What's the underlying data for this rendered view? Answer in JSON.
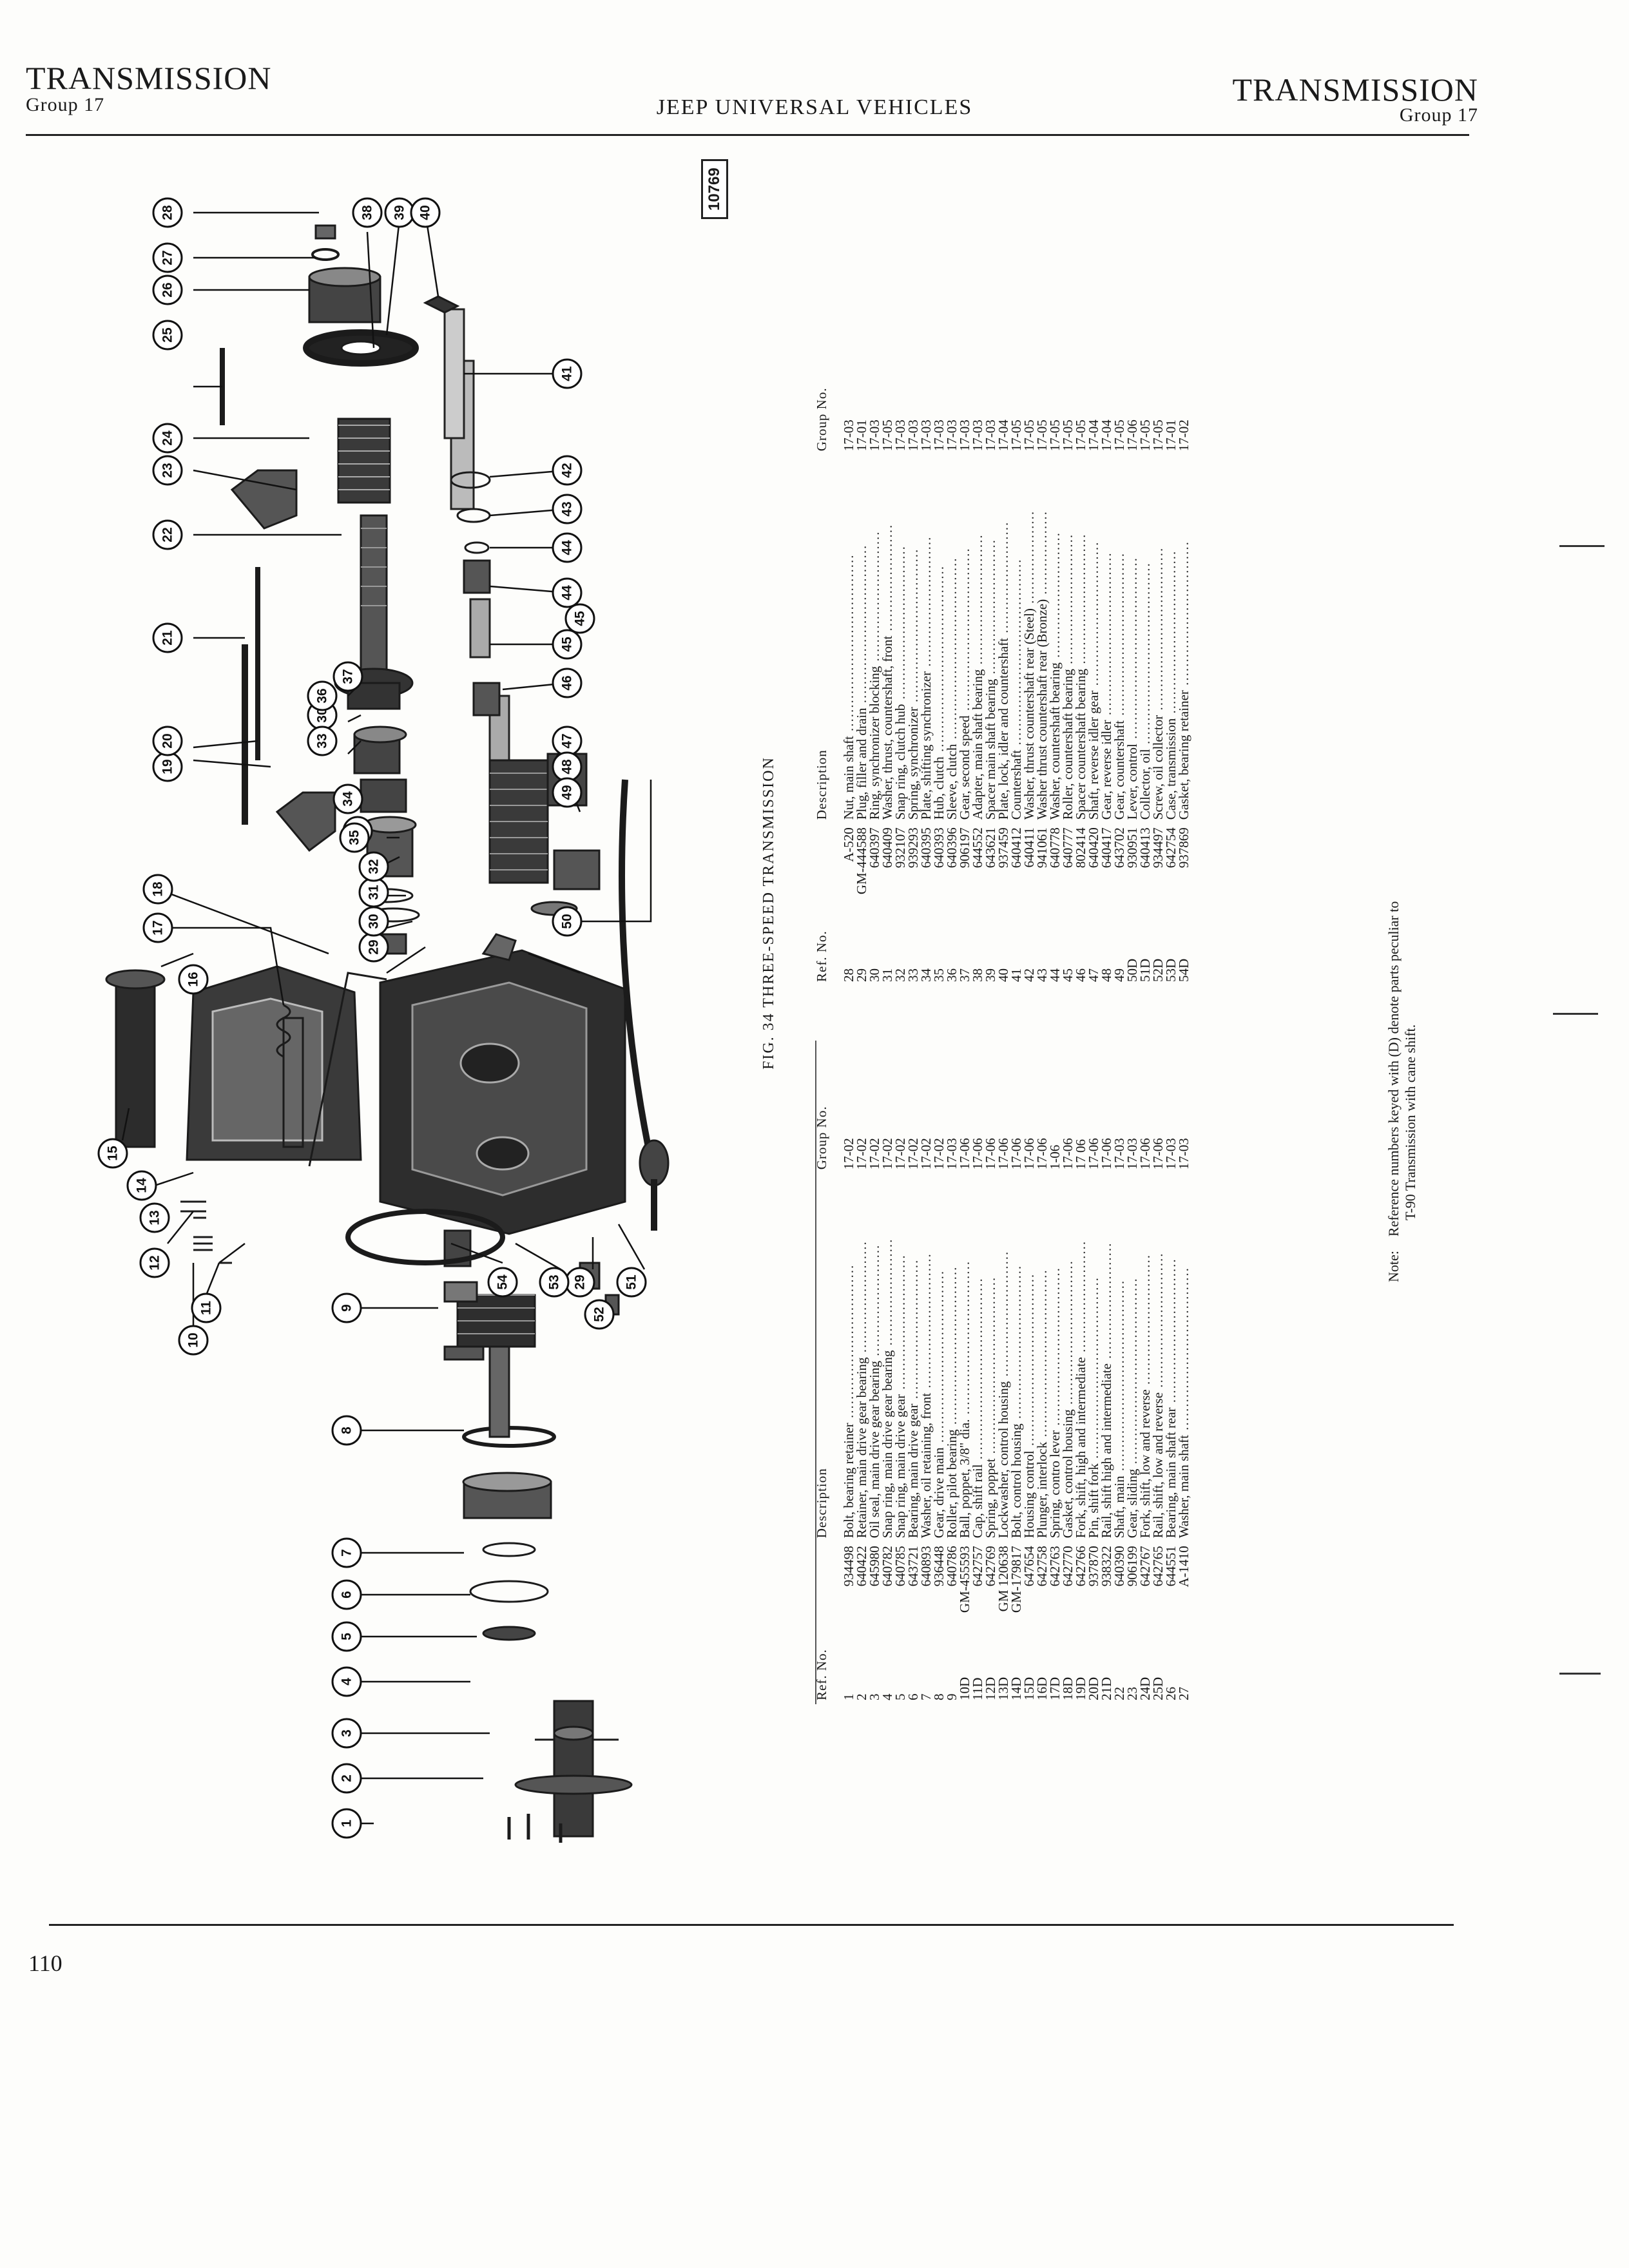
{
  "header": {
    "left_title": "TRANSMISSION",
    "left_group": "Group 17",
    "center": "JEEP UNIVERSAL VEHICLES",
    "right_title": "TRANSMISSION",
    "right_group": "Group 17"
  },
  "figure": {
    "caption": "FIG. 34 THREE-SPEED TRANSMISSION",
    "stamp": "10769",
    "callouts": [
      "1",
      "2",
      "3",
      "4",
      "5",
      "6",
      "7",
      "8",
      "9",
      "10",
      "11",
      "12",
      "13",
      "14",
      "15",
      "16",
      "17",
      "18",
      "19",
      "20",
      "21",
      "22",
      "23",
      "24",
      "25",
      "26",
      "27",
      "28",
      "29",
      "29",
      "30",
      "30",
      "31",
      "32",
      "33",
      "33",
      "34",
      "35",
      "36",
      "37",
      "38",
      "39",
      "40",
      "41",
      "42",
      "43",
      "44",
      "44",
      "45",
      "45",
      "46",
      "47",
      "48",
      "49",
      "50",
      "51",
      "52",
      "53",
      "54"
    ]
  },
  "table_headers": {
    "ref": "Ref. No.",
    "part": "",
    "description": "Description",
    "group": "Group No."
  },
  "parts_left": [
    {
      "ref": "1",
      "part": "934498",
      "desc": "Bolt, bearing retainer",
      "group": "17-02"
    },
    {
      "ref": "2",
      "part": "640422",
      "desc": "Retainer, main drive gear bearing",
      "group": "17-02"
    },
    {
      "ref": "3",
      "part": "645980",
      "desc": "Oil seal, main drive gear bearing",
      "group": "17-02"
    },
    {
      "ref": "4",
      "part": "640782",
      "desc": "Snap ring, main drive gear bearing",
      "group": "17-02"
    },
    {
      "ref": "5",
      "part": "640785",
      "desc": "Snap ring, main drive gear",
      "group": "17-02"
    },
    {
      "ref": "6",
      "part": "643721",
      "desc": "Bearing, main drive gear",
      "group": "17-02"
    },
    {
      "ref": "7",
      "part": "640893",
      "desc": "Washer, oil retaining, front",
      "group": "17-02"
    },
    {
      "ref": "8",
      "part": "936448",
      "desc": "Gear, drive main",
      "group": "17-02"
    },
    {
      "ref": "9",
      "part": "640786",
      "desc": "Roller, pilot bearing",
      "group": "17-03"
    },
    {
      "ref": "10D",
      "part": "GM-455593",
      "desc": "Ball, poppet, 3/8\" dia.",
      "group": "17-06"
    },
    {
      "ref": "11D",
      "part": "642757",
      "desc": "Cap, shift rail",
      "group": "17-06"
    },
    {
      "ref": "12D",
      "part": "642769",
      "desc": "Spring, poppet",
      "group": "17-06"
    },
    {
      "ref": "13D",
      "part": "GM 120638",
      "desc": "Lockwasher, control housing",
      "group": "17-06"
    },
    {
      "ref": "14D",
      "part": "GM-179817",
      "desc": "Bolt, control housing",
      "group": "17-06"
    },
    {
      "ref": "15D",
      "part": "647654",
      "desc": "Housing control",
      "group": "17-06"
    },
    {
      "ref": "16D",
      "part": "642758",
      "desc": "Plunger, interlock",
      "group": "17-06"
    },
    {
      "ref": "17D",
      "part": "642763",
      "desc": "Spring, contro lever",
      "group": "1-06"
    },
    {
      "ref": "18D",
      "part": "642770",
      "desc": "Gasket, control housing",
      "group": "17-06"
    },
    {
      "ref": "19D",
      "part": "642766",
      "desc": "Fork, shift, high and intermediate",
      "group": "17 06"
    },
    {
      "ref": "20D",
      "part": "937870",
      "desc": "Pin, shift fork",
      "group": "17-06"
    },
    {
      "ref": "21D",
      "part": "938322",
      "desc": "Rail, shift high and intermediate",
      "group": "17-06"
    },
    {
      "ref": "22",
      "part": "640390",
      "desc": "Shaft, main",
      "group": "17-03"
    },
    {
      "ref": "23",
      "part": "906199",
      "desc": "Gear, sliding",
      "group": "17-03"
    },
    {
      "ref": "24D",
      "part": "642767",
      "desc": "Fork, shift, low and reverse",
      "group": "17-06"
    },
    {
      "ref": "25D",
      "part": "642765",
      "desc": "Rail, shift, low and reverse",
      "group": "17-06"
    },
    {
      "ref": "26",
      "part": "644551",
      "desc": "Bearing, main shaft rear",
      "group": "17-03"
    },
    {
      "ref": "27",
      "part": "A-1410",
      "desc": "Washer, main shaft",
      "group": "17-03"
    }
  ],
  "parts_right": [
    {
      "ref": "28",
      "part": "A-520",
      "desc": "Nut, main shaft",
      "group": "17-03"
    },
    {
      "ref": "29",
      "part": "GM-444588",
      "desc": "Plug, filler and drain",
      "group": "17-01"
    },
    {
      "ref": "30",
      "part": "640397",
      "desc": "Ring, synchronizer blocking",
      "group": "17-03"
    },
    {
      "ref": "31",
      "part": "640409",
      "desc": "Washer, thrust, countershaft, front",
      "group": "17-05"
    },
    {
      "ref": "32",
      "part": "932107",
      "desc": "Snap ring, clutch hub",
      "group": "17-03"
    },
    {
      "ref": "33",
      "part": "939293",
      "desc": "Spring, synchronizer",
      "group": "17-03"
    },
    {
      "ref": "34",
      "part": "640395",
      "desc": "Plate, shifting synchronizer",
      "group": "17-03"
    },
    {
      "ref": "35",
      "part": "640393",
      "desc": "Hub, clutch",
      "group": "17-03"
    },
    {
      "ref": "36",
      "part": "640396",
      "desc": "Sleeve, clutch",
      "group": "17-03"
    },
    {
      "ref": "37",
      "part": "906197",
      "desc": "Gear, second speed",
      "group": "17-03"
    },
    {
      "ref": "38",
      "part": "644552",
      "desc": "Adapter, main shaft bearing",
      "group": "17-03"
    },
    {
      "ref": "39",
      "part": "643621",
      "desc": "Spacer main shaft bearing",
      "group": "17-03"
    },
    {
      "ref": "40",
      "part": "937459",
      "desc": "Plate, lock, idler and countershaft",
      "group": "17-04"
    },
    {
      "ref": "41",
      "part": "640412",
      "desc": "Countershaft",
      "group": "17-05"
    },
    {
      "ref": "42",
      "part": "640411",
      "desc": "Washer, thrust countershaft rear (Steel)",
      "group": "17-05"
    },
    {
      "ref": "43",
      "part": "941061",
      "desc": "Washer thrust countershaft rear (Bronze)",
      "group": "17-05"
    },
    {
      "ref": "44",
      "part": "640778",
      "desc": "Washer, countershaft bearing",
      "group": "17-05"
    },
    {
      "ref": "45",
      "part": "640777",
      "desc": "Roller, countershaft bearing",
      "group": "17-05"
    },
    {
      "ref": "46",
      "part": "802414",
      "desc": "Spacer countershaft bearing",
      "group": "17-05"
    },
    {
      "ref": "47",
      "part": "640420",
      "desc": "Shaft, reverse idler gear",
      "group": "17-04"
    },
    {
      "ref": "48",
      "part": "640417",
      "desc": "Gear, reverse idler",
      "group": "17-04"
    },
    {
      "ref": "49",
      "part": "643702",
      "desc": "Gear, countershaft",
      "group": "17-05"
    },
    {
      "ref": "50D",
      "part": "930951",
      "desc": "Lever, control",
      "group": "17-06"
    },
    {
      "ref": "51D",
      "part": "640413",
      "desc": "Collector, oil",
      "group": "17-05"
    },
    {
      "ref": "52D",
      "part": "934497",
      "desc": "Screw, oil collector",
      "group": "17-05"
    },
    {
      "ref": "53D",
      "part": "642754",
      "desc": "Case, transmission",
      "group": "17-01"
    },
    {
      "ref": "54D",
      "part": "937869",
      "desc": "Gasket, bearing retainer",
      "group": "17-02"
    }
  ],
  "note": {
    "label": "Note:",
    "line1": "Reference numbers keyed with (D) denote parts peculiar to",
    "line2": "T-90 Transmission with cane shift."
  },
  "page_number": "110"
}
